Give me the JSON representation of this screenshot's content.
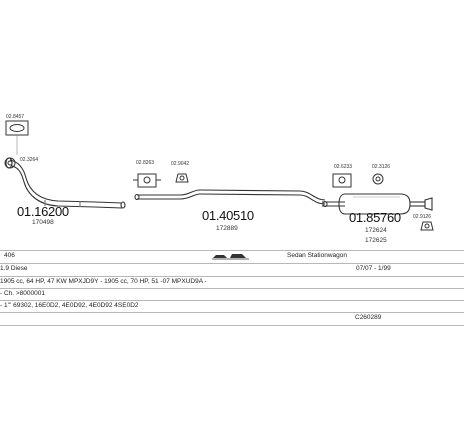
{
  "parts": {
    "p1": {
      "code": "02.8457"
    },
    "p2": {
      "code": "02.3264"
    },
    "p3": {
      "code": "01.16200",
      "ref": "170498"
    },
    "p4": {
      "code": "02.8263"
    },
    "p5": {
      "code": "02.9042"
    },
    "p6": {
      "code": "01.40510",
      "ref": "172889"
    },
    "p7": {
      "code": "02.6233"
    },
    "p8": {
      "code": "02.3126"
    },
    "p9": {
      "code": "01.85760",
      "refs": [
        "172624",
        "172625"
      ]
    },
    "p10": {
      "code": "02.9126"
    }
  },
  "table": {
    "row1": {
      "model": "406",
      "body": "Sedan Stationwagon"
    },
    "row2": {
      "engine": "1.9 Diese",
      "years": "07/07 - 1/99"
    },
    "row3": {
      "text": "1905 cc, 64 HP, 47 KW MPXJD9Y - 1905 cc, 70 HP, 51 -07 MPXUD9A -"
    },
    "row4": {
      "text": "- Ch. >8000001"
    },
    "row5": {
      "text": "- 1''' 69302, 16E0D2, 4E0D92, 4E0D92  4SE0D2"
    },
    "row6": {
      "code": "C260289"
    }
  }
}
